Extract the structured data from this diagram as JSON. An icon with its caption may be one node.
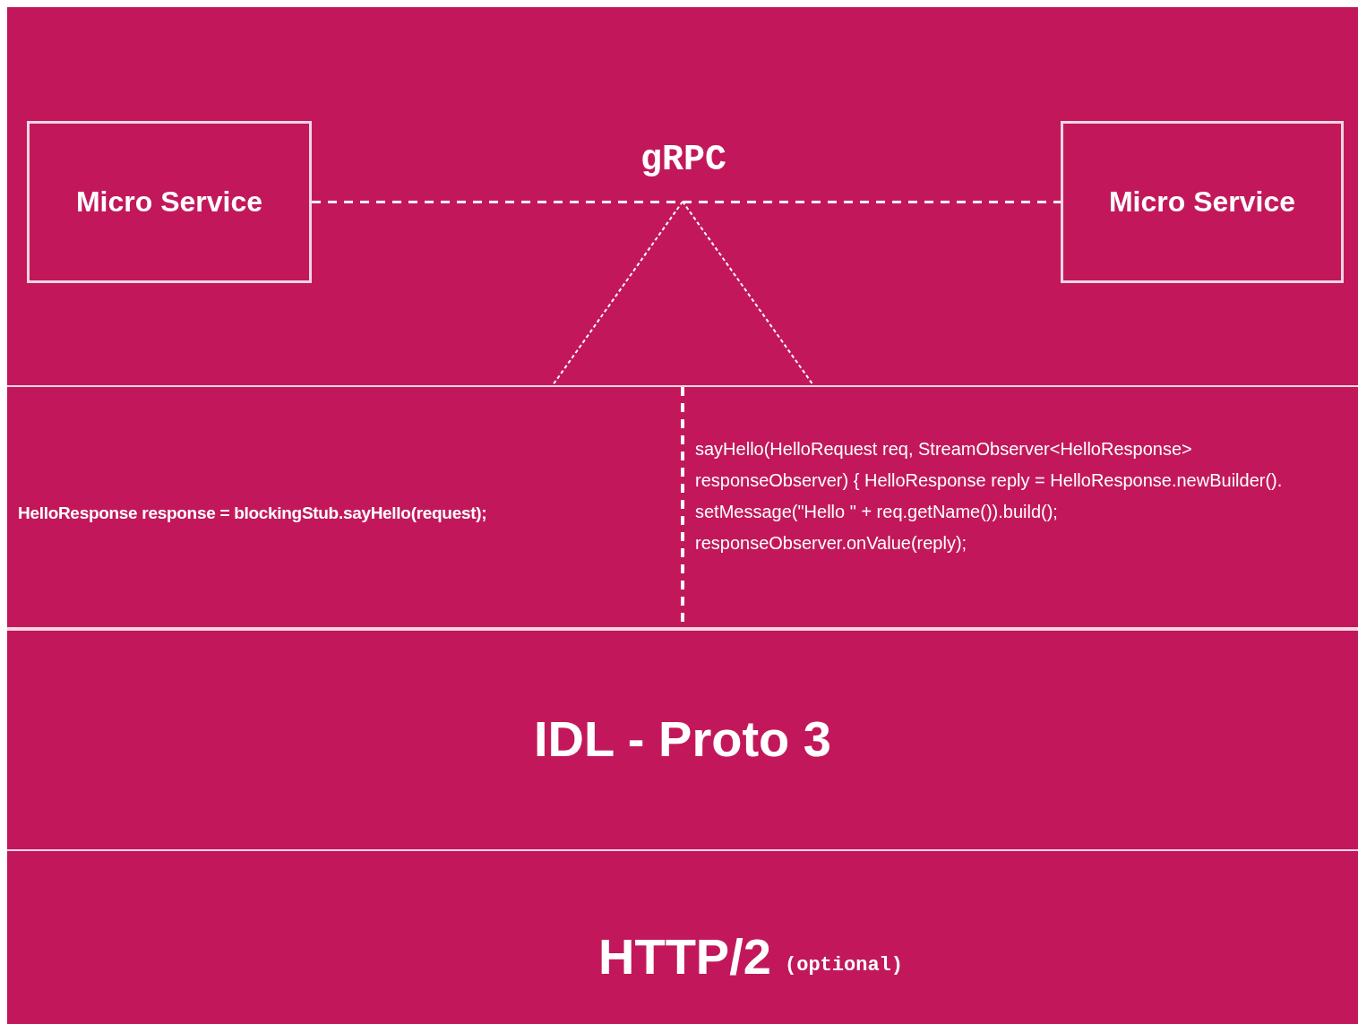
{
  "diagram": {
    "nodes": [
      {
        "text": [
          "Micro Service"
        ]
      },
      {
        "text": [
          "Micro Service"
        ]
      },
      {
        "text": [
          "HelloResponse response = blockingStub.sayHello(request);",
          "sayHello(HelloRequest req, StreamObserver<HelloResponse> responseObserver) { HelloResponse reply = HelloResponse.newBuilder(). setMessage(\"Hello \" + req.getName()).build(); responseObserver.onValue(reply);"
        ]
      },
      {
        "text": [
          "IDL - Proto 3"
        ]
      },
      {
        "text": [
          "HTTP/2",
          "(optional)"
        ]
      }
    ],
    "edges": [
      {
        "from": 0,
        "to": 1,
        "arrow": "none",
        "style": "dashed",
        "label": "gRPC"
      },
      {
        "from": null,
        "to": 2,
        "arrow": "none",
        "style": "dashed"
      },
      {
        "from": null,
        "to": 2,
        "arrow": "none",
        "style": "dashed"
      }
    ]
  }
}
